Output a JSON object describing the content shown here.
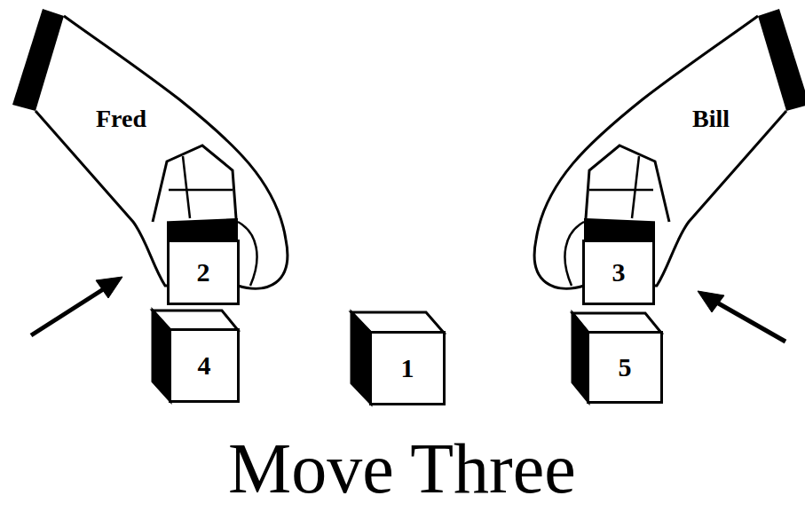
{
  "diagram": {
    "caption": "Move Three",
    "nodes": [
      {
        "text": [
          "2"
        ]
      },
      {
        "text": [
          "3"
        ]
      },
      {
        "text": [
          "4"
        ]
      },
      {
        "text": [
          "1"
        ]
      },
      {
        "text": [
          "5"
        ]
      }
    ],
    "labels": [
      "Fred",
      "Bill"
    ]
  }
}
